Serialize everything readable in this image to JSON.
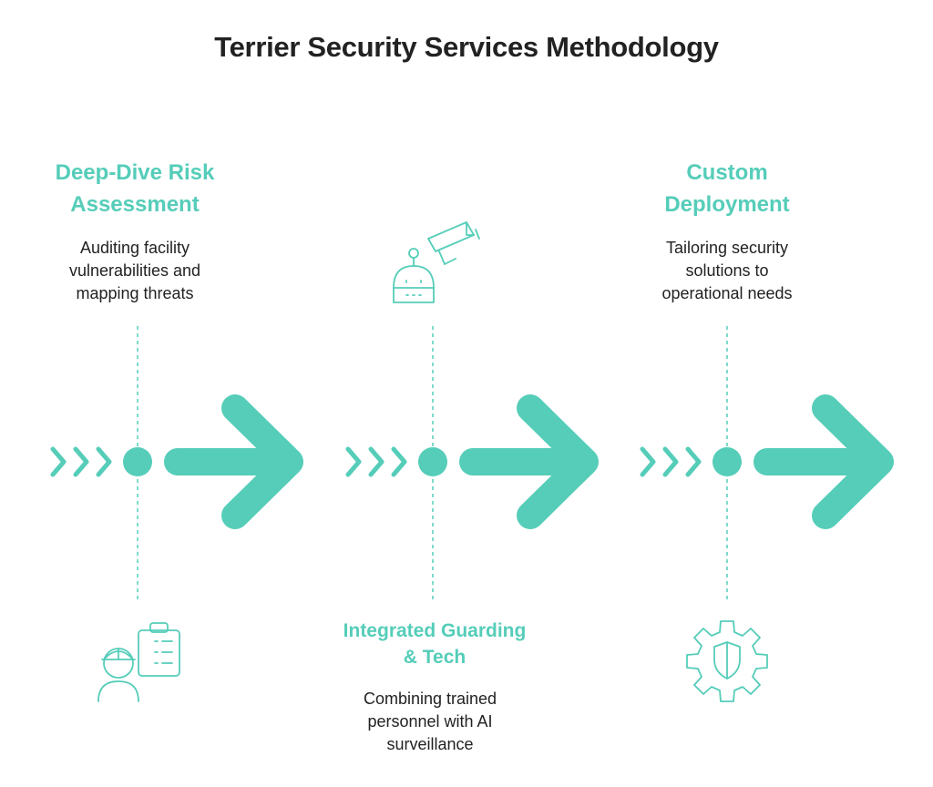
{
  "title": "Terrier Security Services Methodology",
  "accent_color": "#55cdb9",
  "text_color": "#222222",
  "steps": [
    {
      "title": "Deep-Dive Risk\nAssessment",
      "description": "Auditing facility\nvulnerabilities and\nmapping threats",
      "icon": "person-clipboard-icon",
      "text_position": "top"
    },
    {
      "title": "Integrated Guarding\n& Tech",
      "description": "Combining trained\npersonnel with AI\nsurveillance",
      "icon": "robot-camera-icon",
      "text_position": "bottom"
    },
    {
      "title": "Custom\nDeployment",
      "description": "Tailoring security\nsolutions to\noperational needs",
      "icon": "gear-shield-icon",
      "text_position": "top"
    }
  ]
}
